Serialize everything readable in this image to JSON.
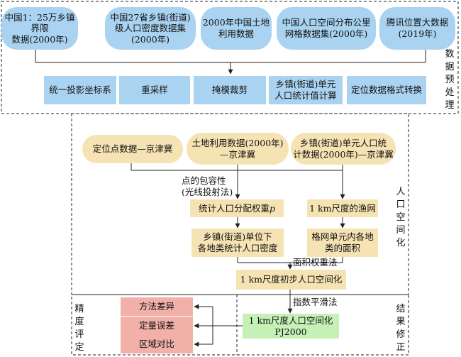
{
  "sources": [
    "中国1：25万乡镇界限\n数据(2000年)",
    "中国27省乡镇(街道)\n级人口密度数据集\n(2000年)",
    "2000年中国土地\n利用数据",
    "中国人口空间分布公里\n网格数据集(2000年)",
    "腾讯位置大数据\n(2019年)"
  ],
  "preprocess_steps": [
    "统一投影坐标系",
    "重采样",
    "掩模裁剪",
    "乡镇(街道)单元\n人口统计值计算",
    "定位数据格式转换"
  ],
  "regional_data": [
    "定位点数据—京津冀",
    "土地利用数据(2000年)\n—京津冀",
    "乡镇(街道)单元人口统\n计数据(2000年)—京津冀"
  ],
  "process": {
    "weight_prefix": "统计人口分配权重",
    "weight_var": "p",
    "grid": "1 km尺度的渔网",
    "unit_pop": "乡镇(街道)单位下\n各地类统计人口密度",
    "grid_area": "格网单元内各地\n类的面积",
    "initial": "1 km尺度初步人口空间化",
    "final": "1 km尺度人口空间化\nPJ2000"
  },
  "annotations": {
    "point_inclusion": "点的包容性\n(光线投射法)",
    "area_weight": "面积权重法",
    "smoothing": "指数平滑法"
  },
  "accuracy_items": [
    "方法差异",
    "定量误差",
    "区域对比"
  ],
  "section_labels": {
    "preprocess": "数据预处理",
    "spatialization": "人口空间化",
    "accuracy": "精度评定",
    "correction": "结果修正"
  }
}
